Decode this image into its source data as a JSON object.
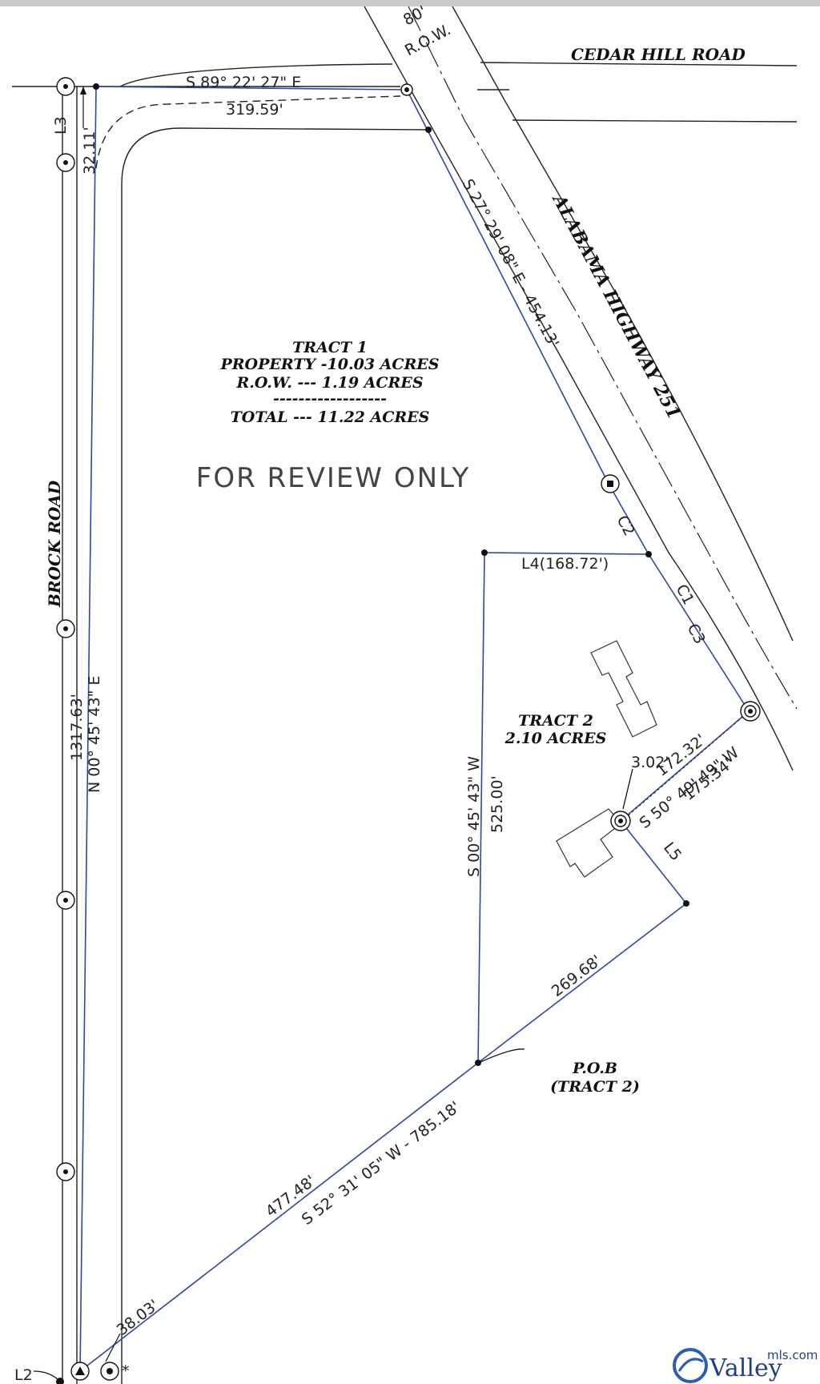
{
  "roads": {
    "cedar_hill": "CEDAR HILL ROAD",
    "alabama_hwy": "ALABAMA HIGHWAY 251",
    "brock": "BROCK ROAD",
    "row_width": "80'",
    "row_label": "R.O.W."
  },
  "tract1": {
    "title": "TRACT 1",
    "property": "PROPERTY -10.03 ACRES",
    "row": "R.O.W. ---   1.19 ACRES",
    "divider": "------------------",
    "total": "TOTAL --- 11.22 ACRES"
  },
  "watermark": "FOR REVIEW ONLY",
  "tract2": {
    "title": "TRACT 2",
    "acres": "2.10 ACRES",
    "pob_line1": "P.O.B",
    "pob_line2": "(TRACT 2)"
  },
  "bearings": {
    "north_top": "S 89° 22' 27\" E",
    "north_top_dist": "319.59'",
    "east_line": "S 27° 29' 08\" E - 454.13'",
    "west_line": "N 00° 45' 43\" E",
    "west_dist": "1317.63'",
    "l3_dist": "32.11'",
    "tract2_west": "S 00° 45' 43\" W",
    "tract2_west_dist": "525.00'",
    "l4": "L4(168.72')",
    "se_line": "269.68'",
    "south_line": "S 52° 31' 05\" W - 785.18'",
    "south_part": "477.48'",
    "sw_short": "38.03'",
    "small_offset": "3.02'",
    "ne_bearing": "S 50° 49' 49\" W",
    "ne_dist1": "172.32'",
    "ne_dist2": "175.34'"
  },
  "curve_labels": [
    "C2",
    "C1",
    "C3"
  ],
  "line_labels": [
    "L3",
    "L5",
    "L2"
  ],
  "logo": {
    "brand": "Valley",
    "suffix": "mls.com"
  }
}
